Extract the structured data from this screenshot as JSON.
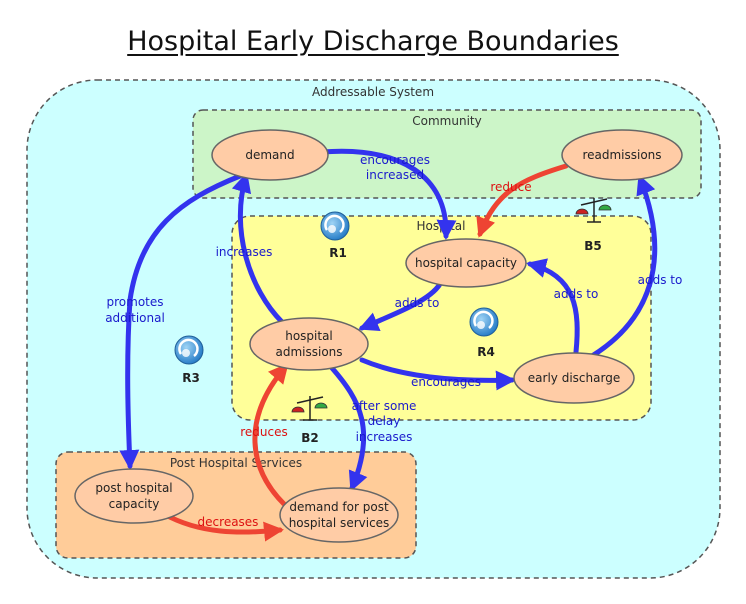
{
  "title": "Hospital Early Discharge Boundaries",
  "boundaries": {
    "system": "Addressable System",
    "community": "Community",
    "hospital": "Hospital",
    "post": "Post Hospital Services"
  },
  "nodes": {
    "demand": "demand",
    "readmissions": "readmissions",
    "capacity": "hospital capacity",
    "admissions": [
      "hospital",
      "admissions"
    ],
    "early": "early discharge",
    "post_capacity": [
      "post hospital",
      "capacity"
    ],
    "post_demand": [
      "demand for post",
      "hospital services"
    ]
  },
  "links": {
    "encourages_increased": [
      "encourages",
      "increased"
    ],
    "reduce": "reduce",
    "increases": "increases",
    "adds_to_1": "adds to",
    "adds_to_2": "adds to",
    "adds_to_3": "adds to",
    "promotes_additional": [
      "promotes",
      "additional"
    ],
    "encourages": "encourages",
    "after_delay": [
      "after some",
      "delay",
      "increases"
    ],
    "reduces": "reduces",
    "decreases": "decreases"
  },
  "loops": {
    "r1": "R1",
    "r3": "R3",
    "r4": "R4",
    "b2": "B2",
    "b5": "B5"
  },
  "colors": {
    "system_fill": "#ccffff",
    "community_fill": "#ccf5c8",
    "hospital_fill": "#ffff99",
    "post_fill": "#ffcc99",
    "node_fill": "#ffcca6",
    "blue_link": "#3333ee",
    "red_link": "#ee4433",
    "blue_text": "#1a1acc",
    "red_text": "#dd1111"
  },
  "icons": {
    "reinforcing": "reinforcing-loop-icon",
    "balancing": "balance-scale-icon"
  }
}
